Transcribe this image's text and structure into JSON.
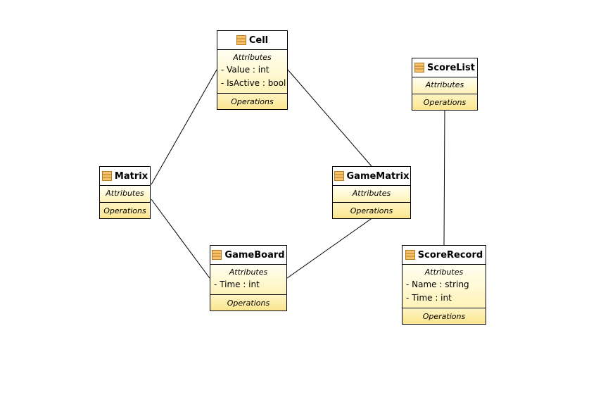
{
  "diagram": {
    "classes": [
      {
        "id": "cell",
        "name": "Cell",
        "attributes_label": "Attributes",
        "operations_label": "Operations",
        "attributes": [
          "- Value : int",
          "- IsActive : bool"
        ]
      },
      {
        "id": "scorelist",
        "name": "ScoreList",
        "attributes_label": "Attributes",
        "operations_label": "Operations",
        "attributes": []
      },
      {
        "id": "matrix",
        "name": "Matrix",
        "attributes_label": "Attributes",
        "operations_label": "Operations",
        "attributes": []
      },
      {
        "id": "gamematrix",
        "name": "GameMatrix",
        "attributes_label": "Attributes",
        "operations_label": "Operations",
        "attributes": []
      },
      {
        "id": "gameboard",
        "name": "GameBoard",
        "attributes_label": "Attributes",
        "operations_label": "Operations",
        "attributes": [
          "- Time : int"
        ]
      },
      {
        "id": "scorerecord",
        "name": "ScoreRecord",
        "attributes_label": "Attributes",
        "operations_label": "Operations",
        "attributes": [
          "- Name : string",
          "- Time : int"
        ]
      }
    ],
    "associations": [
      {
        "from": "matrix",
        "to": "cell"
      },
      {
        "from": "cell",
        "to": "gamematrix"
      },
      {
        "from": "matrix",
        "to": "gameboard"
      },
      {
        "from": "gameboard",
        "to": "gamematrix"
      },
      {
        "from": "scorelist",
        "to": "scorerecord"
      }
    ],
    "colors": {
      "line": "#000000",
      "class_fill_top": "#fffff2",
      "class_fill_bottom": "#fbe58d",
      "icon_fill": "#f5c26b",
      "icon_stroke": "#b8781e"
    },
    "icons": {
      "class": "class-icon"
    }
  }
}
